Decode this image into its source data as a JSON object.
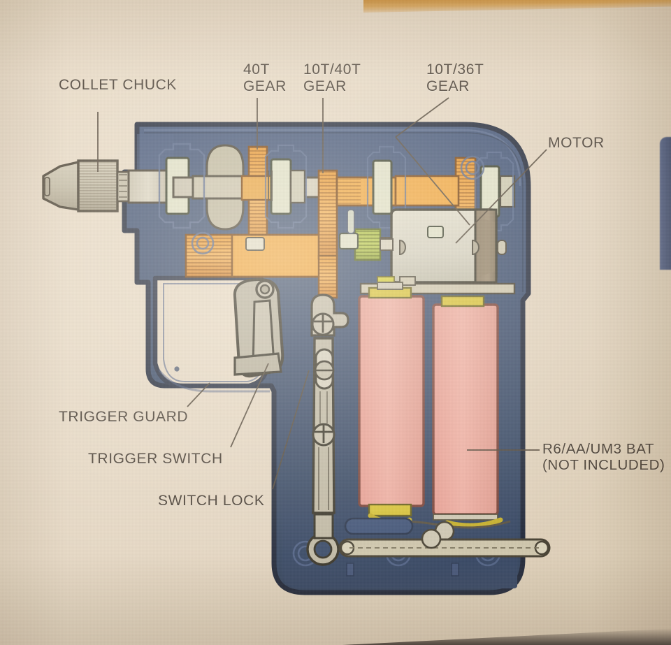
{
  "diagram": {
    "subject": "Electric hand drill internal cutaway",
    "body_color": "#3d4f6b",
    "body_outline": "#2b3244",
    "gear_color": "#e4942f",
    "pinion_color": "#9fb13a",
    "battery_color": "#e8a79b",
    "metal_color": "#cfc8b4",
    "terminal_color": "#d8c33c",
    "paper_color": "#e6d9c5",
    "label_color": "#4a4036"
  },
  "labels": {
    "collet_chuck": "COLLET CHUCK",
    "gear_40t": "40T\nGEAR",
    "gear_10t_40t": "10T/40T\nGEAR",
    "gear_10t_36t": "10T/36T\nGEAR",
    "motor": "MOTOR",
    "battery": "R6/AA/UM3 BAT\n(NOT INCLUDED)",
    "trigger_guard": "TRIGGER GUARD",
    "trigger_switch": "TRIGGER SWITCH",
    "switch_lock": "SWITCH LOCK"
  },
  "components": [
    {
      "name": "collet-chuck",
      "label": "COLLET CHUCK"
    },
    {
      "name": "gear-40t",
      "label": "40T GEAR",
      "teeth": 40
    },
    {
      "name": "gear-10t-40t",
      "label": "10T/40T GEAR",
      "teeth": "10/40"
    },
    {
      "name": "gear-10t-36t",
      "label": "10T/36T GEAR",
      "teeth": "10/36"
    },
    {
      "name": "motor",
      "label": "MOTOR"
    },
    {
      "name": "battery-pack",
      "label": "R6/AA/UM3 BAT (NOT INCLUDED)",
      "count": 2
    },
    {
      "name": "trigger-guard",
      "label": "TRIGGER GUARD"
    },
    {
      "name": "trigger-switch",
      "label": "TRIGGER SWITCH"
    },
    {
      "name": "switch-lock",
      "label": "SWITCH LOCK"
    }
  ]
}
